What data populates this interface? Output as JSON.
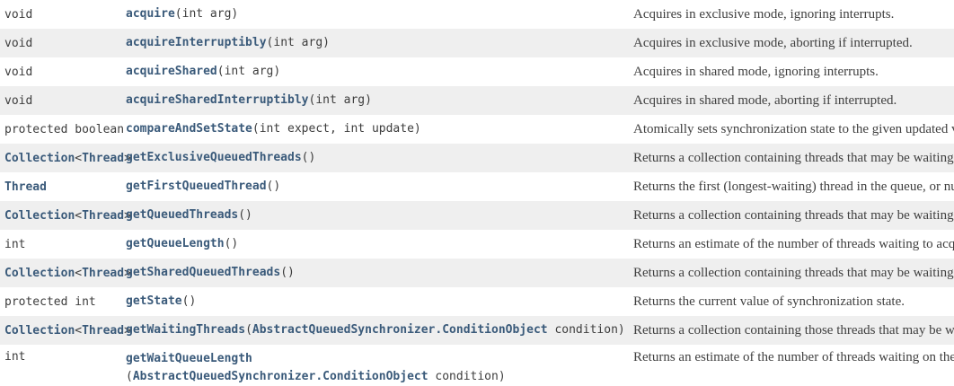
{
  "table": {
    "rows": [
      {
        "type_parts": [
          {
            "text": "void",
            "kind": "plain"
          }
        ],
        "signature_lines": [
          [
            {
              "text": "acquire",
              "kind": "link"
            },
            {
              "text": "(int arg)",
              "kind": "plain"
            }
          ]
        ],
        "description": "Acquires in exclusive mode, ignoring interrupts.",
        "shaded": false
      },
      {
        "type_parts": [
          {
            "text": "void",
            "kind": "plain"
          }
        ],
        "signature_lines": [
          [
            {
              "text": "acquireInterruptibly",
              "kind": "link"
            },
            {
              "text": "(int arg)",
              "kind": "plain"
            }
          ]
        ],
        "description": "Acquires in exclusive mode, aborting if interrupted.",
        "shaded": true
      },
      {
        "type_parts": [
          {
            "text": "void",
            "kind": "plain"
          }
        ],
        "signature_lines": [
          [
            {
              "text": "acquireShared",
              "kind": "link"
            },
            {
              "text": "(int arg)",
              "kind": "plain"
            }
          ]
        ],
        "description": "Acquires in shared mode, ignoring interrupts.",
        "shaded": false
      },
      {
        "type_parts": [
          {
            "text": "void",
            "kind": "plain"
          }
        ],
        "signature_lines": [
          [
            {
              "text": "acquireSharedInterruptibly",
              "kind": "link"
            },
            {
              "text": "(int arg)",
              "kind": "plain"
            }
          ]
        ],
        "description": "Acquires in shared mode, aborting if interrupted.",
        "shaded": true
      },
      {
        "type_parts": [
          {
            "text": "protected boolean",
            "kind": "plain"
          }
        ],
        "signature_lines": [
          [
            {
              "text": "compareAndSetState",
              "kind": "link"
            },
            {
              "text": "(int expect, int update)",
              "kind": "plain"
            }
          ]
        ],
        "description": "Atomically sets synchronization state to the given updated value if the current state value equals the expected value.",
        "shaded": false
      },
      {
        "type_parts": [
          {
            "text": "Collection",
            "kind": "link"
          },
          {
            "text": "<",
            "kind": "plain"
          },
          {
            "text": "Thread",
            "kind": "link"
          },
          {
            "text": ">",
            "kind": "plain"
          }
        ],
        "signature_lines": [
          [
            {
              "text": "getExclusiveQueuedThreads",
              "kind": "link"
            },
            {
              "text": "()",
              "kind": "plain"
            }
          ]
        ],
        "description": "Returns a collection containing threads that may be waiting to acquire in exclusive mode.",
        "shaded": true
      },
      {
        "type_parts": [
          {
            "text": "Thread",
            "kind": "link"
          }
        ],
        "signature_lines": [
          [
            {
              "text": "getFirstQueuedThread",
              "kind": "link"
            },
            {
              "text": "()",
              "kind": "plain"
            }
          ]
        ],
        "description": "Returns the first (longest-waiting) thread in the queue, or null if no threads are currently queued.",
        "shaded": false
      },
      {
        "type_parts": [
          {
            "text": "Collection",
            "kind": "link"
          },
          {
            "text": "<",
            "kind": "plain"
          },
          {
            "text": "Thread",
            "kind": "link"
          },
          {
            "text": ">",
            "kind": "plain"
          }
        ],
        "signature_lines": [
          [
            {
              "text": "getQueuedThreads",
              "kind": "link"
            },
            {
              "text": "()",
              "kind": "plain"
            }
          ]
        ],
        "description": "Returns a collection containing threads that may be waiting to acquire.",
        "shaded": true
      },
      {
        "type_parts": [
          {
            "text": "int",
            "kind": "plain"
          }
        ],
        "signature_lines": [
          [
            {
              "text": "getQueueLength",
              "kind": "link"
            },
            {
              "text": "()",
              "kind": "plain"
            }
          ]
        ],
        "description": "Returns an estimate of the number of threads waiting to acquire.",
        "shaded": false
      },
      {
        "type_parts": [
          {
            "text": "Collection",
            "kind": "link"
          },
          {
            "text": "<",
            "kind": "plain"
          },
          {
            "text": "Thread",
            "kind": "link"
          },
          {
            "text": ">",
            "kind": "plain"
          }
        ],
        "signature_lines": [
          [
            {
              "text": "getSharedQueuedThreads",
              "kind": "link"
            },
            {
              "text": "()",
              "kind": "plain"
            }
          ]
        ],
        "description": "Returns a collection containing threads that may be waiting to acquire in shared mode.",
        "shaded": true
      },
      {
        "type_parts": [
          {
            "text": "protected int",
            "kind": "plain"
          }
        ],
        "signature_lines": [
          [
            {
              "text": "getState",
              "kind": "link"
            },
            {
              "text": "()",
              "kind": "plain"
            }
          ]
        ],
        "description": "Returns the current value of synchronization state.",
        "shaded": false
      },
      {
        "type_parts": [
          {
            "text": "Collection",
            "kind": "link"
          },
          {
            "text": "<",
            "kind": "plain"
          },
          {
            "text": "Thread",
            "kind": "link"
          },
          {
            "text": ">",
            "kind": "plain"
          }
        ],
        "signature_lines": [
          [
            {
              "text": "getWaitingThreads",
              "kind": "link"
            },
            {
              "text": "(",
              "kind": "plain"
            },
            {
              "text": "AbstractQueuedSynchronizer.ConditionObject",
              "kind": "link"
            },
            {
              "text": " condition)",
              "kind": "plain"
            }
          ]
        ],
        "description": "Returns a collection containing those threads that may be waiting on the given condition associated with this synchronizer.",
        "shaded": true
      },
      {
        "type_parts": [
          {
            "text": "int",
            "kind": "plain"
          }
        ],
        "signature_lines": [
          [
            {
              "text": "getWaitQueueLength",
              "kind": "link"
            }
          ],
          [
            {
              "text": "(",
              "kind": "plain"
            },
            {
              "text": "AbstractQueuedSynchronizer.ConditionObject",
              "kind": "link"
            },
            {
              "text": " condition)",
              "kind": "plain"
            }
          ]
        ],
        "description": "Returns an estimate of the number of threads waiting on the given condition associated with this synchronizer.",
        "shaded": false
      }
    ]
  },
  "colors": {
    "link": "#3a5a7a",
    "text": "#3d3d3d",
    "description": "#404040",
    "row_shaded": "#efefef",
    "row_plain": "#ffffff"
  }
}
